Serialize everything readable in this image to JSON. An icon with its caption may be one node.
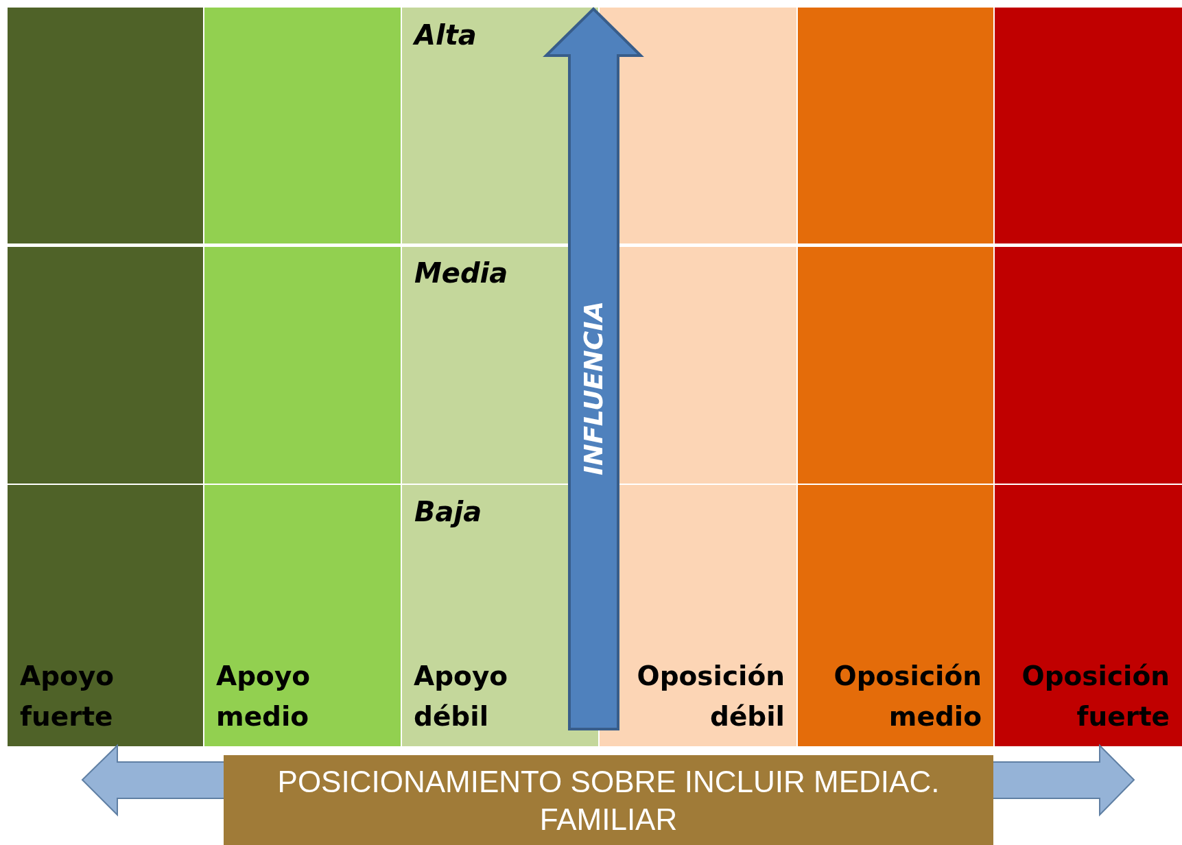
{
  "diagram": {
    "nodes": [
      {
        "text": [
          "Apoyo fuerte"
        ]
      },
      {
        "text": [
          "Apoyo medio"
        ]
      },
      {
        "text": [
          "Apoyo débil"
        ]
      },
      {
        "text": [
          "Oposición débil"
        ]
      },
      {
        "text": [
          "Oposición medio"
        ]
      },
      {
        "text": [
          "Oposición fuerte"
        ]
      },
      {
        "text": [
          "INFLUENCIA"
        ]
      },
      {
        "text": [
          "POSICIONAMIENTO SOBRE INCLUIR MEDIAC. FAMILIAR"
        ]
      }
    ],
    "edges": [],
    "labels": [
      "Alta",
      "Media",
      "Baja"
    ]
  }
}
